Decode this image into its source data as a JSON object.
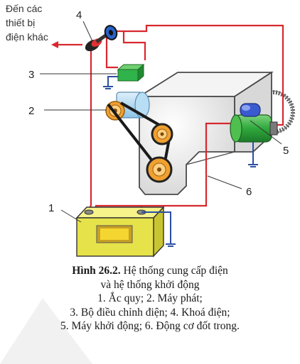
{
  "diagram": {
    "labels": {
      "battery": "1",
      "generator": "2",
      "regulator": "3",
      "ignition_switch": "4",
      "starter_motor": "5",
      "engine": "6"
    },
    "note_lines": [
      "Đến các",
      "thiết bị",
      "điện khác"
    ]
  },
  "caption": {
    "figure_number": "Hình 26.2.",
    "title_line1": " Hệ thống cung cấp điện",
    "title_line2": "và hệ thống khởi động",
    "legend_line1": "1. Ắc quy; 2. Máy phát;",
    "legend_line2": "3. Bộ điều chỉnh điện; 4. Khoá điện;",
    "legend_line3": "5. Máy khởi động; 6. Động cơ đốt trong."
  },
  "colors": {
    "wire": "#d7282f",
    "engine_fill": "#e8e8e8",
    "engine_stroke": "#4a4a4a",
    "battery": "#e6e24a",
    "regulator": "#2fb34a",
    "starter": "#2fa83c",
    "pulley": "#f0a030",
    "generator": "#a8d4ee",
    "ground": "#2d4fa3",
    "switch_blue": "#2a62c8",
    "switch_body": "#222222"
  }
}
